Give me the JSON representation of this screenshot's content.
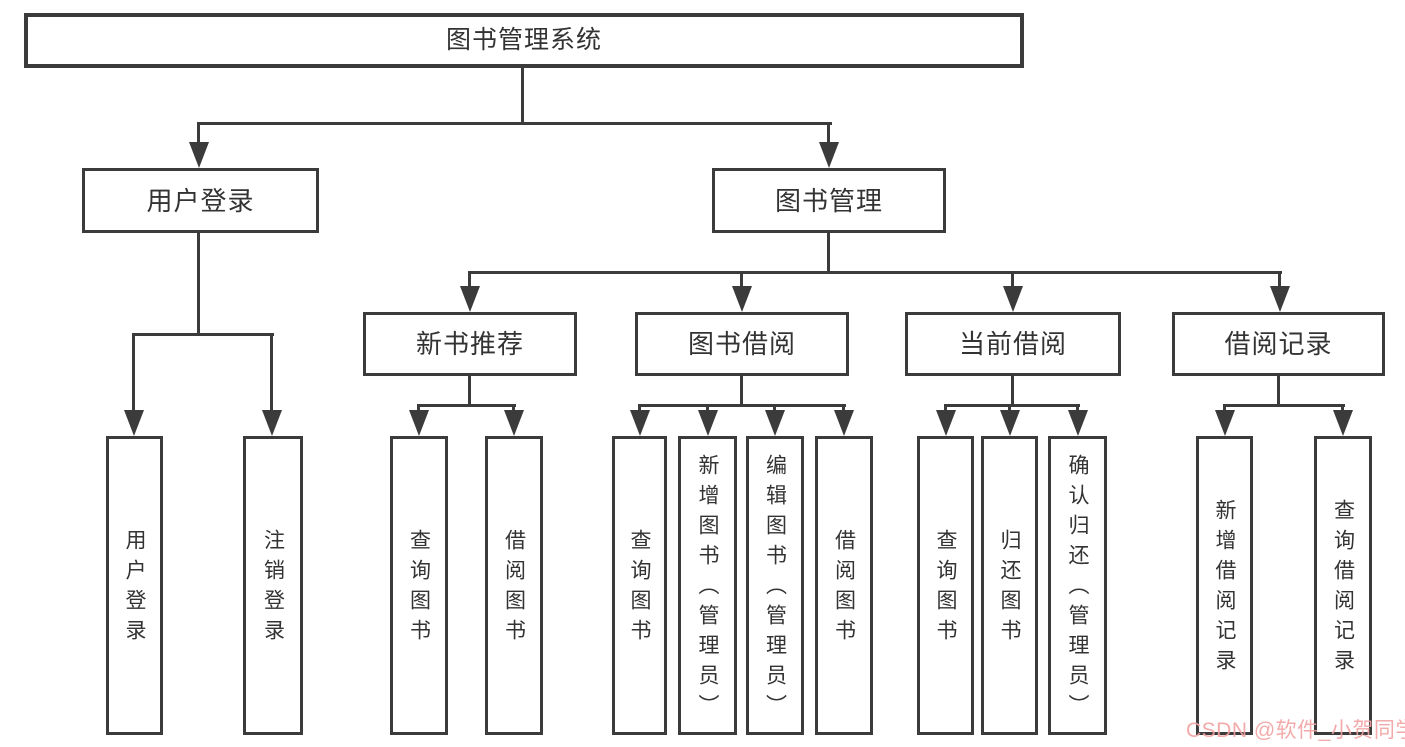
{
  "title": "图书管理系统",
  "level1": [
    {
      "label": "用户登录"
    },
    {
      "label": "图书管理"
    }
  ],
  "level2": [
    {
      "label": "新书推荐"
    },
    {
      "label": "图书借阅"
    },
    {
      "label": "当前借阅"
    },
    {
      "label": "借阅记录"
    }
  ],
  "leaves": [
    {
      "label": "用户登录"
    },
    {
      "label": "注销登录"
    },
    {
      "label": "查询图书"
    },
    {
      "label": "借阅图书"
    },
    {
      "label": "查询图书"
    },
    {
      "label": "新增图书（管理员）"
    },
    {
      "label": "编辑图书（管理员）"
    },
    {
      "label": "借阅图书"
    },
    {
      "label": "查询图书"
    },
    {
      "label": "归还图书"
    },
    {
      "label": "确认归还（管理员）"
    },
    {
      "label": "新增借阅记录"
    },
    {
      "label": "查询借阅记录"
    }
  ],
  "watermark": "CSDN @软件_小贺同学",
  "colors": {
    "line": "#3b3b3b",
    "text": "#333333",
    "watermark": "#f2a1a1",
    "background": "#ffffff"
  }
}
